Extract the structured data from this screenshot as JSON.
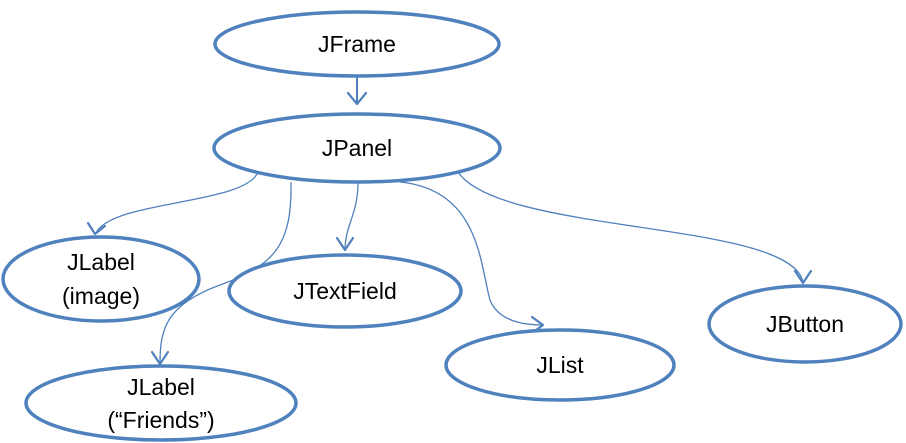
{
  "nodes": {
    "jframe": {
      "lines": [
        "JFrame"
      ]
    },
    "jpanel": {
      "lines": [
        "JPanel"
      ]
    },
    "jlabel_image": {
      "lines": [
        "JLabel",
        "(image)"
      ]
    },
    "jlabel_friends": {
      "lines": [
        "JLabel",
        "(“Friends”)"
      ]
    },
    "jtextfield": {
      "lines": [
        "JTextField"
      ]
    },
    "jlist": {
      "lines": [
        "JList"
      ]
    },
    "jbutton": {
      "lines": [
        "JButton"
      ]
    }
  },
  "edges": [
    {
      "from": "JFrame",
      "to": "JPanel"
    },
    {
      "from": "JPanel",
      "to": "JLabel (image)"
    },
    {
      "from": "JPanel",
      "to": "JLabel (“Friends”)"
    },
    {
      "from": "JPanel",
      "to": "JTextField"
    },
    {
      "from": "JPanel",
      "to": "JList"
    },
    {
      "from": "JPanel",
      "to": "JButton"
    }
  ],
  "colors": {
    "stroke": "#4f81bd",
    "text": "#000000",
    "background": "#ffffff"
  }
}
